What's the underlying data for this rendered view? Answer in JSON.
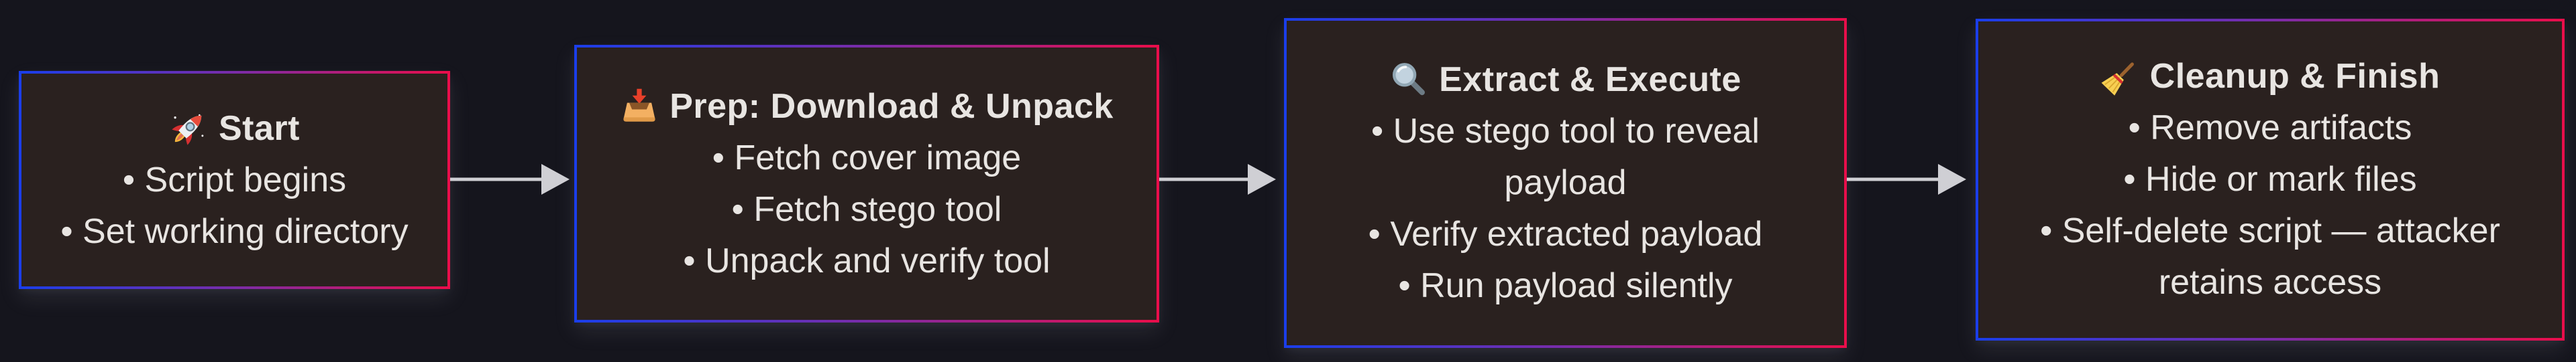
{
  "style": {
    "page_background": "#15151d",
    "node_background": "#2a211f",
    "border_gradient_start": "#1b3eea",
    "border_gradient_end": "#e90e4b",
    "text_color": "#e8e5e2",
    "arrow_color": "#cfcfd4"
  },
  "flow": {
    "nodes": [
      {
        "id": "start",
        "icon": "rocket-icon",
        "emoji": "🚀",
        "title": "Start",
        "bullets": [
          "• Script begins",
          "• Set working directory"
        ]
      },
      {
        "id": "prep",
        "icon": "inbox-tray-icon",
        "emoji": "📥",
        "title": "Prep: Download & Unpack",
        "bullets": [
          "• Fetch cover image",
          "• Fetch stego tool",
          "• Unpack and verify tool"
        ]
      },
      {
        "id": "extract-execute",
        "icon": "magnifying-glass-icon",
        "emoji": "🔍",
        "title": "Extract & Execute",
        "bullets": [
          "• Use stego tool to reveal payload",
          "• Verify extracted payload",
          "• Run payload silently"
        ]
      },
      {
        "id": "cleanup-finish",
        "icon": "broom-icon",
        "emoji": "🧹",
        "title": "Cleanup & Finish",
        "bullets": [
          "• Remove artifacts",
          "• Hide or mark files",
          "• Self-delete script — attacker retains access"
        ]
      }
    ],
    "connectors": [
      {
        "from": "start",
        "to": "prep",
        "type": "arrow-right"
      },
      {
        "from": "prep",
        "to": "extract-execute",
        "type": "arrow-right"
      },
      {
        "from": "extract-execute",
        "to": "cleanup-finish",
        "type": "arrow-right"
      }
    ]
  }
}
